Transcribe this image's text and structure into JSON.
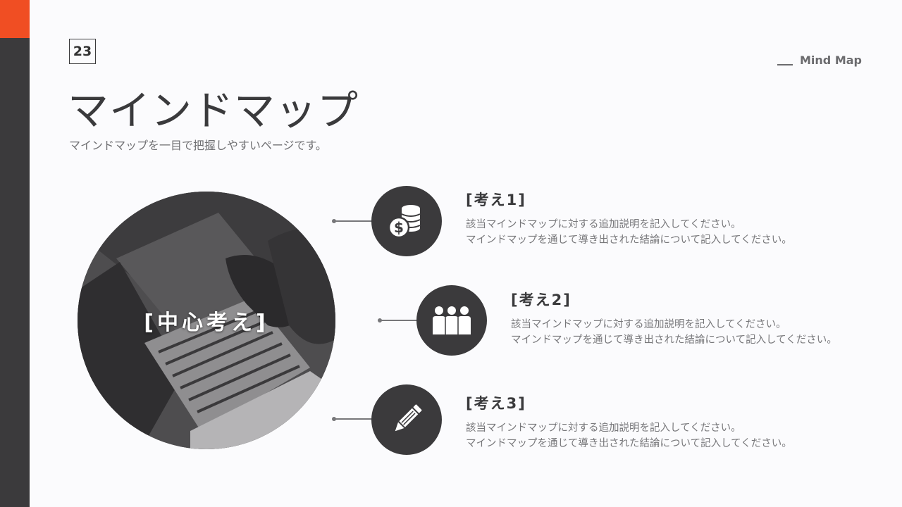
{
  "slide": {
    "page_number": "23",
    "section_label": "Mind Map",
    "title": "マインドマップ",
    "subtitle": "マインドマップを一目で把握しやすいページです。"
  },
  "center": {
    "label": "[中心考え]"
  },
  "ideas": [
    {
      "heading": "[考え1]",
      "line1": "該当マインドマップに対する追加説明を記入してください。",
      "line2": "マインドマップを通じて導き出された結論について記入してください。",
      "icon": "coins-dollar-icon"
    },
    {
      "heading": "[考え2]",
      "line1": "該当マインドマップに対する追加説明を記入してください。",
      "line2": "マインドマップを通じて導き出された結論について記入してください。",
      "icon": "people-group-icon"
    },
    {
      "heading": "[考え3]",
      "line1": "該当マインドマップに対する追加説明を記入してください。",
      "line2": "マインドマップを通じて導き出された結論について記入してください。",
      "icon": "pencil-icon"
    }
  ],
  "colors": {
    "accent": "#f04e23",
    "sidebar": "#3b3a3c",
    "icon_circle": "#3b3a3c",
    "background": "#fbfbfd"
  }
}
